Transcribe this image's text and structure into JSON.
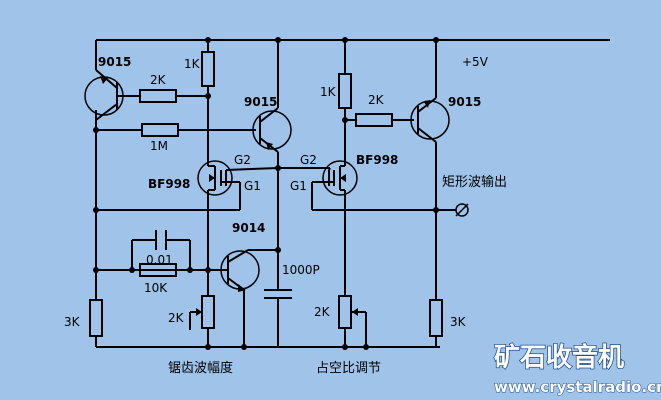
{
  "supply": {
    "label": "+5V"
  },
  "transistors": {
    "q1": "9015",
    "q2": "9015",
    "q3": "9015",
    "q4": "9014",
    "fet1": "BF998",
    "fet2": "BF998"
  },
  "gates": {
    "g1_left": "G1",
    "g2_left": "G2",
    "g1_right": "G1",
    "g2_right": "G2"
  },
  "resistors": {
    "r_1k_left": "1K",
    "r_2k_top": "2K",
    "r_1m": "1M",
    "r_1k_right": "1K",
    "r_2k_right": "2K",
    "r_10k": "10K",
    "r_3k_left": "3K",
    "r_3k_right": "3K"
  },
  "pots": {
    "pot_left": "2K",
    "pot_right": "2K"
  },
  "capacitors": {
    "c_001": "0.01",
    "c_1000p": "1000P"
  },
  "controls": {
    "sawtooth_amplitude": "锯齿波幅度",
    "duty_cycle": "占空比调节"
  },
  "output": {
    "label": "矩形波输出"
  },
  "watermark": {
    "brand": "矿石收音机",
    "url": "www.crystalradio.cn"
  }
}
